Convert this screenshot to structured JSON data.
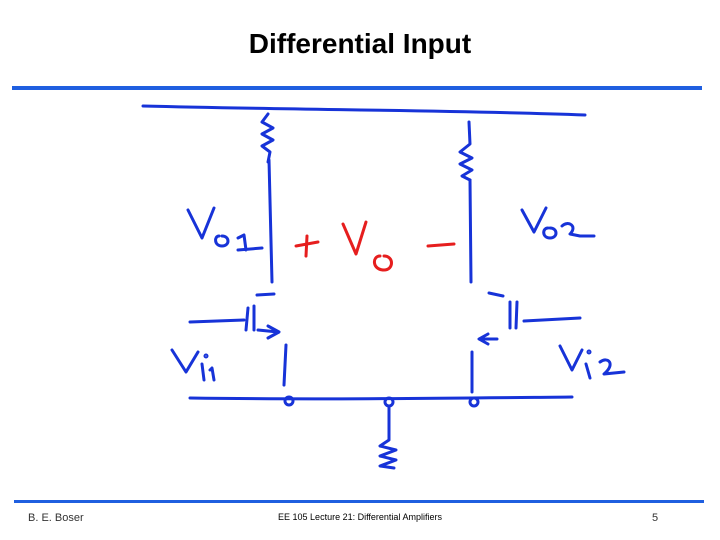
{
  "slide": {
    "title": "Differential Input"
  },
  "footer": {
    "author": "B. E. Boser",
    "course": "EE 105 Lecture 21: Differential Amplifiers",
    "page_number": "5"
  },
  "colors": {
    "rule": "#1f5fe0",
    "ink_blue": "#1733d8",
    "ink_red": "#e61e1e"
  },
  "sketch": {
    "labels": [
      "V_o1",
      "+ V_o -",
      "V_o2",
      "v_i1",
      "v_i2"
    ]
  }
}
